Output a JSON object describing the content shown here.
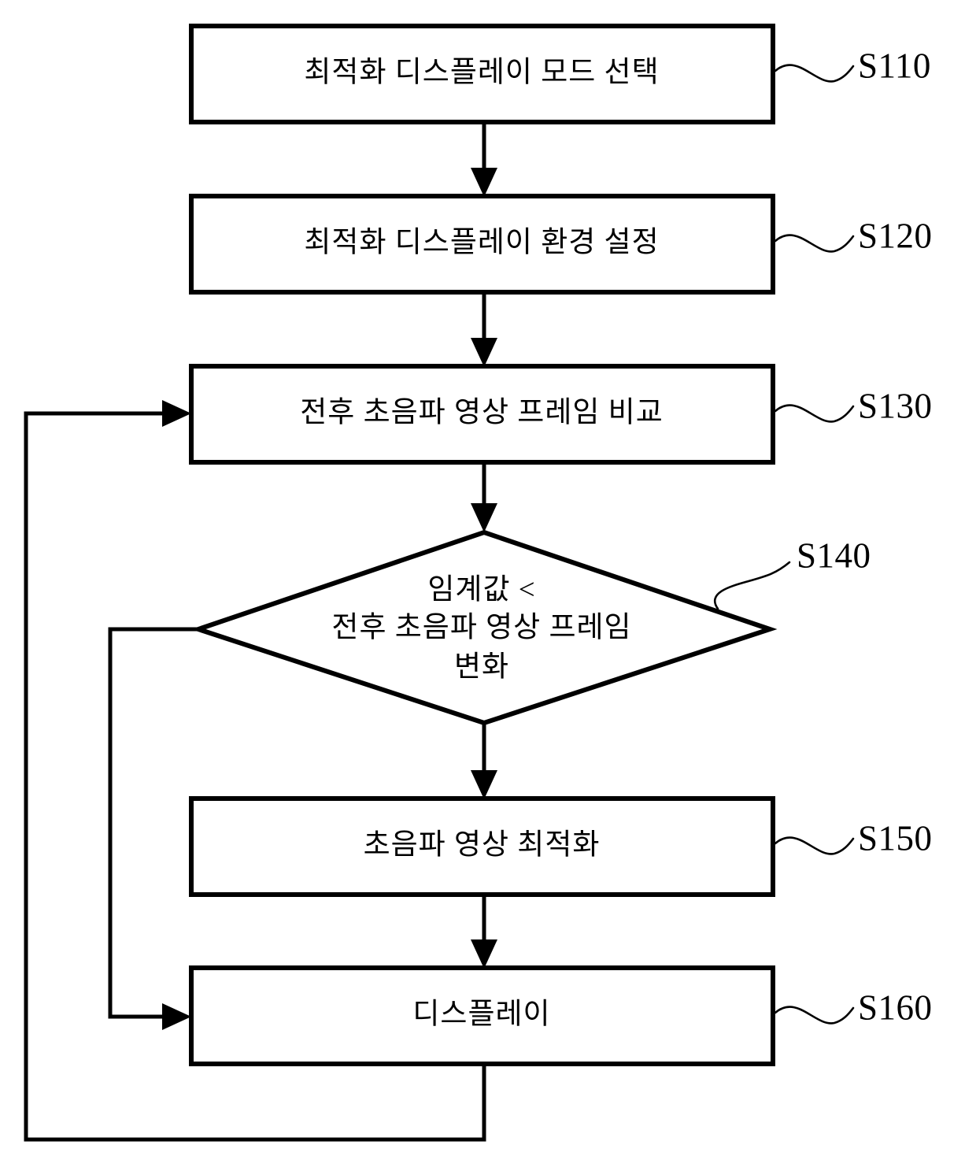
{
  "diagram": {
    "type": "flowchart",
    "title": "",
    "language": "ko",
    "background_color": "#ffffff",
    "line_color": "#000000",
    "nodes": [
      {
        "id": "S110",
        "shape": "process",
        "label": "최적화 디스플레이 모드 선택",
        "ref": "S110"
      },
      {
        "id": "S120",
        "shape": "process",
        "label": "최적화 디스플레이 환경 설정",
        "ref": "S120"
      },
      {
        "id": "S130",
        "shape": "process",
        "label": "전후 초음파 영상 프레임 비교",
        "ref": "S130"
      },
      {
        "id": "S140",
        "shape": "decision",
        "label_line1": "임계값 <",
        "label_line2": "전후 초음파 영상 프레임",
        "label_line3": "변화",
        "ref": "S140"
      },
      {
        "id": "S150",
        "shape": "process",
        "label": "초음파 영상 최적화",
        "ref": "S150"
      },
      {
        "id": "S160",
        "shape": "process",
        "label": "디스플레이",
        "ref": "S160"
      }
    ],
    "edges": [
      {
        "from": "S110",
        "to": "S120",
        "kind": "arrow-down"
      },
      {
        "from": "S120",
        "to": "S130",
        "kind": "arrow-down"
      },
      {
        "from": "S130",
        "to": "S140",
        "kind": "arrow-down"
      },
      {
        "from": "S140",
        "to": "S150",
        "kind": "arrow-down"
      },
      {
        "from": "S150",
        "to": "S160",
        "kind": "arrow-down"
      },
      {
        "from": "S140",
        "to": "S160",
        "kind": "feedback-left-inner"
      },
      {
        "from": "S160",
        "to": "S130",
        "kind": "feedback-left-outer"
      }
    ]
  }
}
